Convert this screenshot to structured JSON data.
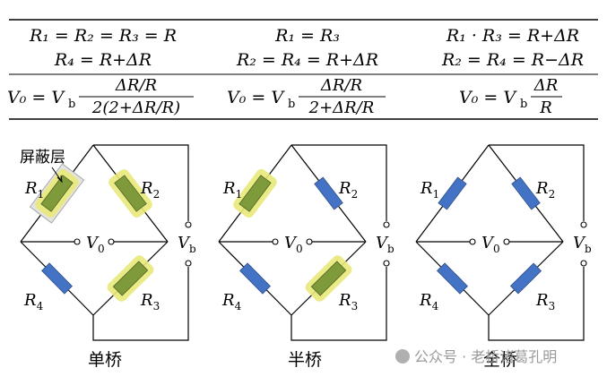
{
  "table": {
    "col1": {
      "row1": "R₁ = R₂ = R₃ = R",
      "row2": "R₄ = R+ΔR",
      "v_lhs": "V₀ = V",
      "v_sub": "b",
      "num": "ΔR/R",
      "den": "2(2+ΔR/R)"
    },
    "col2": {
      "row1": "R₁ = R₃",
      "row2": "R₂ = R₄ = R+ΔR",
      "v_lhs": "V₀ = V",
      "v_sub": "b",
      "num": "ΔR/R",
      "den": "2+ΔR/R"
    },
    "col3": {
      "row1": "R₁ · R₃ = R+ΔR",
      "row2": "R₂ = R₄ = R−ΔR",
      "v_lhs": "V₀ = V",
      "v_sub": "b",
      "num": "ΔR",
      "den": "R"
    }
  },
  "labels": {
    "R1": "R",
    "R1_sub": "1",
    "R2": "R",
    "R2_sub": "2",
    "R3": "R",
    "R3_sub": "3",
    "R4": "R",
    "R4_sub": "4",
    "V0": "V",
    "V0_sub": "0",
    "Vb": "V",
    "Vb_sub": "b",
    "shield": "屏蔽层"
  },
  "bridges": [
    {
      "title": "单桥",
      "active": [
        "R1",
        "R2",
        "R3"
      ]
    },
    {
      "title": "半桥",
      "active": [
        "R1",
        "R3"
      ]
    },
    {
      "title": "全桥",
      "active": []
    }
  ],
  "watermark": "公众号 · 老桥诸葛孔明",
  "colors": {
    "resistor": "#4472c4",
    "resistor_active": "#7f9a3a",
    "glow": "#e8e87a",
    "shield": "#c8c8c8",
    "line": "#000000"
  }
}
